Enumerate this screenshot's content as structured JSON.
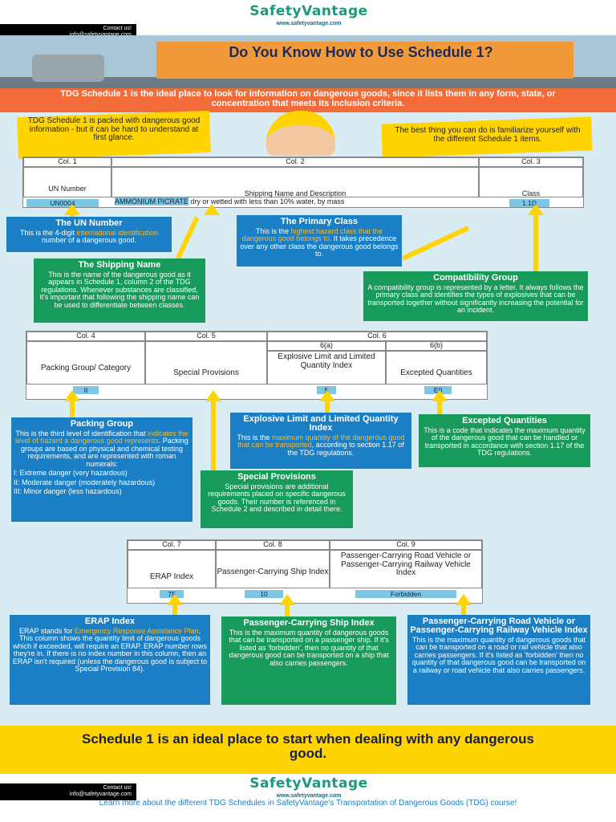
{
  "brand": {
    "logo": "SafetyVantage",
    "url": "www.safetyvantage.com",
    "contact_label": "Contact us!",
    "contact_email": "info@safetyvantage.com"
  },
  "hero": {
    "title": "Do You Know How to Use Schedule 1?"
  },
  "intro": "TDG Schedule 1 is the ideal place to look for information on dangerous goods, since it lists them in any form, state, or concentration that meets its inclusion criteria.",
  "callouts": {
    "left": "TDG Schedule 1 is packed with dangerous good information - but it can be hard to understand at first glance.",
    "right": "The best thing you can do is familiarize yourself with the different Schedule 1 items."
  },
  "table1": {
    "cols": [
      "Col. 1",
      "Col. 2",
      "Col. 3"
    ],
    "headers": [
      "UN Number",
      "Shipping Name and Description",
      "Class"
    ],
    "values": {
      "un": "UN0004",
      "name_hl": "AMMONIUM PICRATE",
      "name_rest": " dry or wetted with less than 10% water, by mass",
      "class": "1.1D"
    }
  },
  "boxes1": {
    "un": {
      "title": "The UN Number",
      "pre": "This is the 4-digit ",
      "hl": "international identification",
      "post": " number of a dangerous good."
    },
    "primary": {
      "title": "The Primary Class",
      "pre": "This is the ",
      "hl": "highest hazard class that the dangerous good belongs to",
      "post": ". It takes precedence over any other class the dangerous good belongs to."
    },
    "shipping": {
      "title": "The Shipping Name",
      "text": "This is the name of the dangerous good as it appears in Schedule 1, column 2 of the TDG regulations. Whenever substances are classified, it's important that following the shipping name can be used to differentiate between classes."
    },
    "compat": {
      "title": "Compatibility Group",
      "text": "A compatibility group is represented by a letter. It always follows the primary class and identifies the types of explosives that can be transported together without significantly increasing the potential for an incident."
    }
  },
  "table2": {
    "cols": [
      "Col. 4",
      "Col. 5",
      "Col. 6"
    ],
    "subcols": [
      "6(a)",
      "6(b)"
    ],
    "headers": [
      "Packing Group/ Category",
      "Special Provisions",
      "Explosive Limit and Limited Quantity Index",
      "Excepted Quantities"
    ],
    "values": [
      "II",
      "",
      "5",
      "E0"
    ]
  },
  "boxes2": {
    "packing": {
      "title": "Packing Group",
      "pre": "This is the third level of identification that ",
      "hl": "indicates the level of hazard a dangerous good represents",
      "post": ". Packing groups are based on physical and chemical testing requirements, and are represented with roman numerals:",
      "l1": "I: Extreme danger (very hazardous)",
      "l2": "II: Moderate danger (moderately hazardous)",
      "l3": "III: Minor danger (less hazardous)"
    },
    "explosive": {
      "title": "Explosive Limit and Limited Quantity Index",
      "pre": "This is the ",
      "hl": "maximum quantity of the dangerous good that can be transported",
      "post": ", according to section 1.17 of the TDG regulations."
    },
    "excepted": {
      "title": "Excepted Quantities",
      "text": "This is a code that indicates the maximum quantity of the dangerous good that can be handled or transported in accordance with section 1.17 of the TDG regulations."
    },
    "special": {
      "title": "Special Provisions",
      "text": "Special provisions are additional requirements placed on specific dangerous goods. Their number is referenced in Schedule 2 and described in detail there."
    }
  },
  "table3": {
    "cols": [
      "Col. 7",
      "Col. 8",
      "Col. 9"
    ],
    "headers": [
      "ERAP Index",
      "Passenger-Carrying Ship Index",
      "Passenger-Carrying Road Vehicle or Passenger-Carrying Railway Vehicle Index"
    ],
    "values": [
      "75",
      "10",
      "Forbidden"
    ]
  },
  "boxes3": {
    "erap": {
      "title": "ERAP Index",
      "pre": "ERAP stands for ",
      "hl": "Emergency Response Assistance Plan",
      "post": ". This column shows the quantity limit of dangerous goods which if exceeded, will require an ERAP. ERAP number rows they're in. If there is no index number in this column, then an ERAP isn't required (unless the dangerous good is subject to Special Provision 84)."
    },
    "ship": {
      "title": "Passenger-Carrying Ship Index",
      "text": "This is the maximum quantity of dangerous goods that can be transported on a passenger ship. If it's listed as 'forbidden', then no quantity of that dangerous good can be transported on a ship that also carries passengers."
    },
    "road": {
      "title": "Passenger-Carrying Road Vehicle or Passenger-Carrying Railway Vehicle Index",
      "text": "This is the maximum quantity of dangerous goods that can be transported on a road or rail vehicle that also carries passengers. If it's listed as 'forbidden' then no quantity of that dangerous good can be transported on a railway or road vehicle that also carries passengers."
    }
  },
  "banner": "Schedule 1 is an ideal place to start when dealing with any dangerous good.",
  "footer": {
    "cta": "Learn more about the different TDG Schedules in SafetyVantage's Transportation of Dangerous Goods (TDG) course!"
  },
  "colors": {
    "blue": "#1a7fc4",
    "green": "#179a5a",
    "yellow": "#ffd400",
    "orange": "#f26b38",
    "teal": "#1a9a7a"
  }
}
